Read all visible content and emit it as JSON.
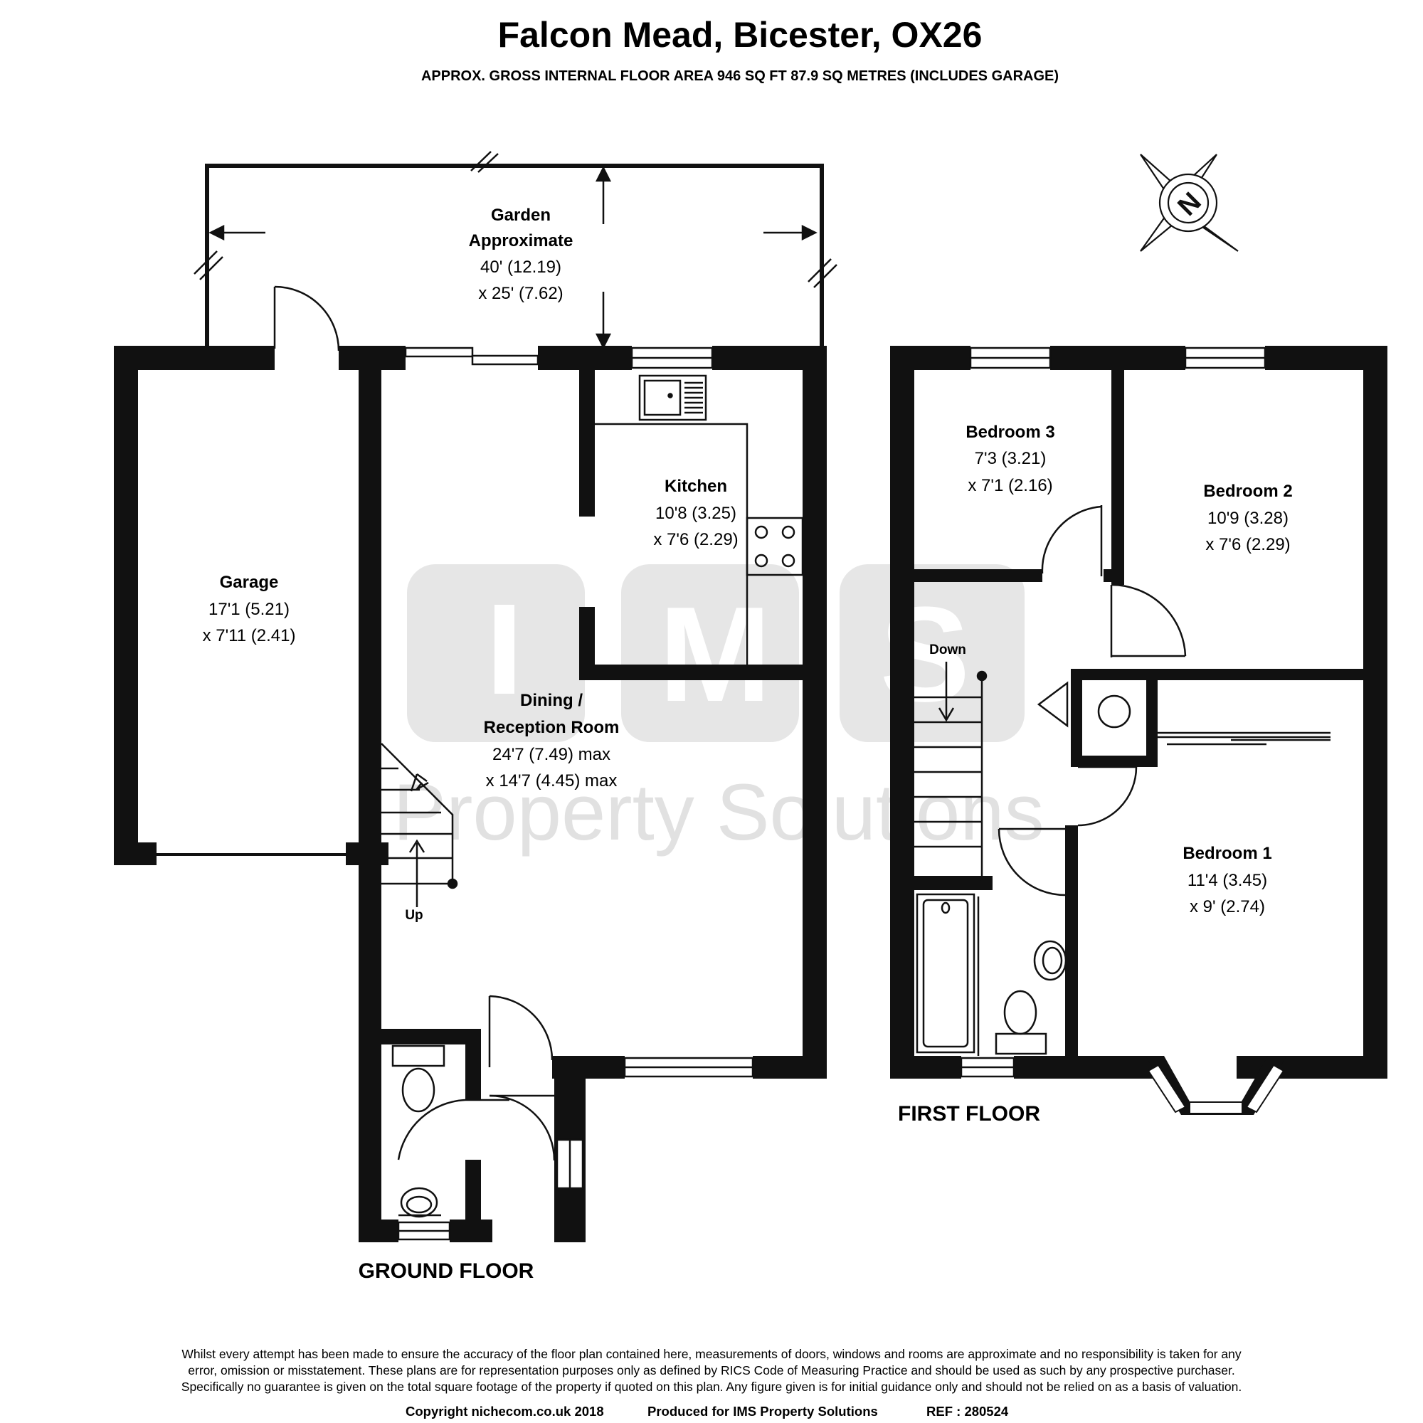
{
  "header": {
    "title": "Falcon Mead, Bicester, OX26",
    "subtitle": "APPROX. GROSS INTERNAL FLOOR AREA 946 SQ FT 87.9 SQ METRES (INCLUDES GARAGE)"
  },
  "compass": {
    "label": "N"
  },
  "watermark": {
    "letters": [
      "I",
      "M",
      "S"
    ],
    "text": "Property Solutions",
    "color": "#e3e3e3"
  },
  "ground_floor": {
    "label": "GROUND FLOOR",
    "stairs_label": "Up",
    "garden": {
      "name_line1": "Garden",
      "name_line2": "Approximate",
      "dim1": "40' (12.19)",
      "dim2": "x 25' (7.62)"
    },
    "garage": {
      "name": "Garage",
      "dim1": "17'1 (5.21)",
      "dim2": "x 7'11 (2.41)"
    },
    "kitchen": {
      "name": "Kitchen",
      "dim1": "10'8 (3.25)",
      "dim2": "x 7'6 (2.29)"
    },
    "dining": {
      "name_line1": "Dining /",
      "name_line2": "Reception Room",
      "dim1": "24'7 (7.49) max",
      "dim2": "x 14'7 (4.45) max"
    }
  },
  "first_floor": {
    "label": "FIRST FLOOR",
    "stairs_label": "Down",
    "bedroom3": {
      "name": "Bedroom 3",
      "dim1": "7'3 (3.21)",
      "dim2": "x 7'1 (2.16)"
    },
    "bedroom2": {
      "name": "Bedroom 2",
      "dim1": "10'9 (3.28)",
      "dim2": "x 7'6 (2.29)"
    },
    "bedroom1": {
      "name": "Bedroom 1",
      "dim1": "11'4 (3.45)",
      "dim2": "x 9' (2.74)"
    }
  },
  "disclaimer": {
    "line1": "Whilst every attempt has been made to ensure the accuracy of the floor plan contained here, measurements of doors, windows and rooms are approximate and no responsibility is taken for any",
    "line2": "error, omission or misstatement. These plans are for representation purposes only as defined by RICS Code of Measuring Practice and should be used as such by any prospective purchaser.",
    "line3": "Specifically no guarantee is given on the total square footage of the property if quoted on this plan. Any figure given is for initial guidance only and should not be relied on as a basis of valuation."
  },
  "footer": {
    "copyright": "Copyright nichecom.co.uk 2018",
    "produced": "Produced for IMS Property Solutions",
    "ref": "REF : 280524"
  }
}
